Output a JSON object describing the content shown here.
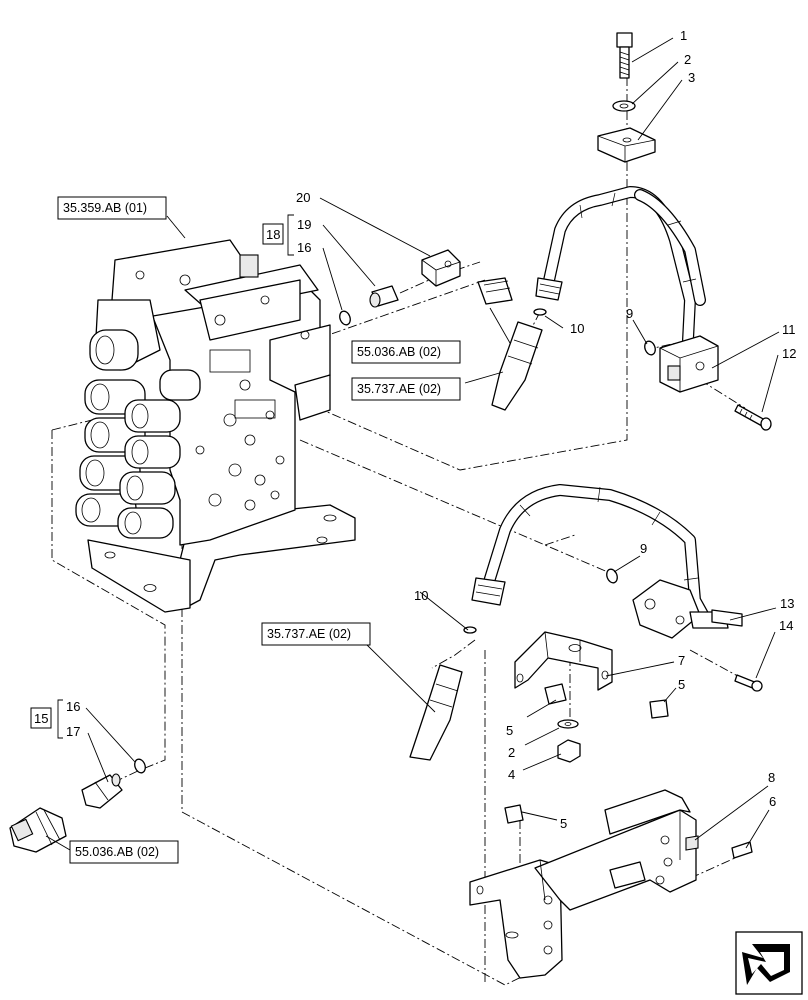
{
  "diagram": {
    "callouts": [
      "1",
      "2",
      "3",
      "4",
      "5",
      "6",
      "7",
      "8",
      "9",
      "10",
      "11",
      "12",
      "13",
      "14",
      "15",
      "16",
      "17",
      "18",
      "19",
      "20"
    ],
    "references": {
      "valve_block": "35.359.AB (01)",
      "sensor_upper": "55.036.AB (02)",
      "hose_upper": "35.737.AE (02)",
      "hose_lower": "35.737.AE (02)",
      "sensor_lower": "55.036.AB (02)"
    },
    "groups": {
      "upper": "18",
      "lower": "15"
    },
    "direction_icon": "arrow-down-left-icon"
  }
}
